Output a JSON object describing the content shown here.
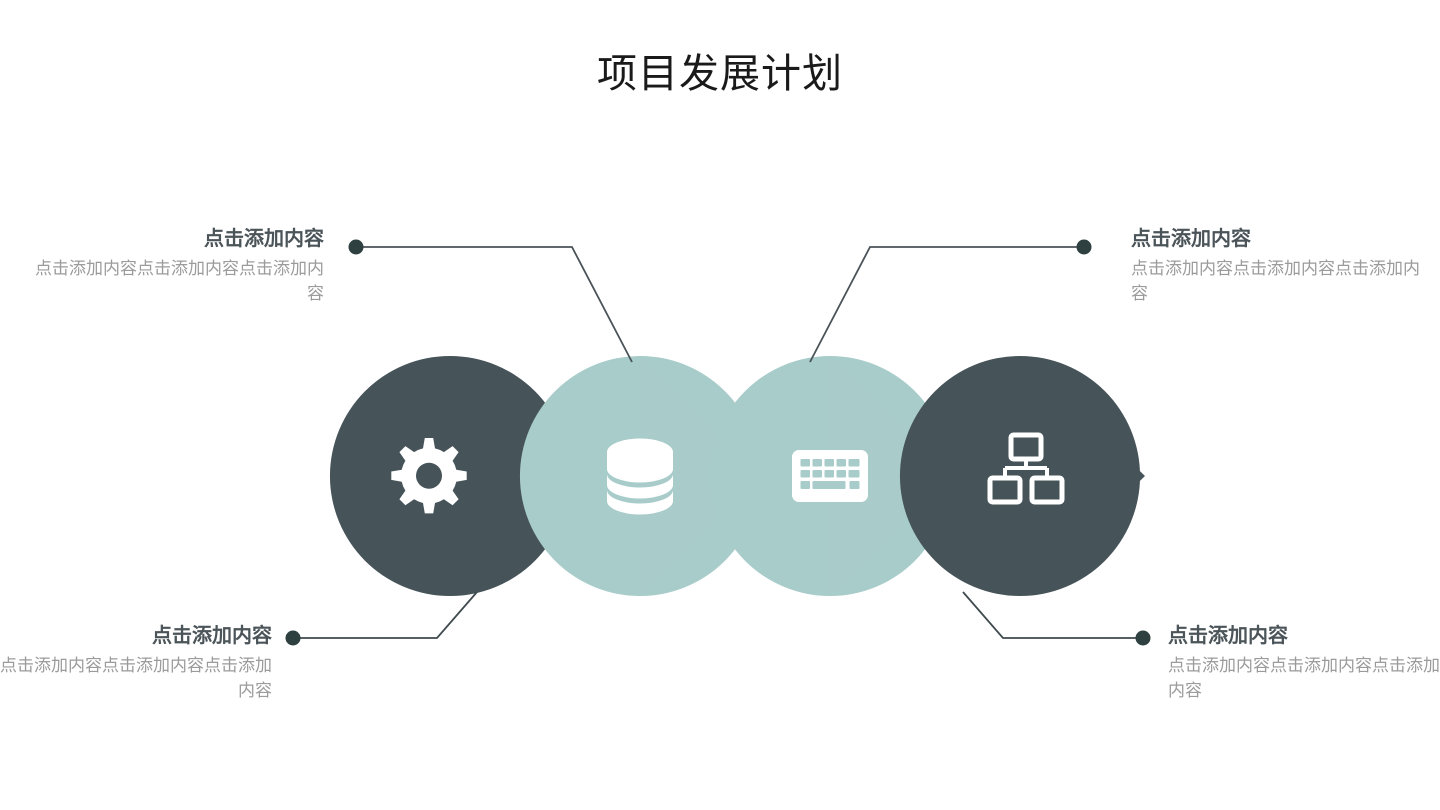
{
  "slide": {
    "title": "项目发展计划",
    "background_color": "#ffffff"
  },
  "theme": {
    "dark_shape_color": "#46545a",
    "light_shape_color": "#a8ccca",
    "connector_line_color": "#3f4a4e",
    "connector_dot_color": "#2f4040",
    "heading_text_color": "#4b5459",
    "body_text_color": "#9b9b9b",
    "title_text_color": "#1a1a1a",
    "icon_color": "#ffffff"
  },
  "steps": [
    {
      "index": 1,
      "icon": "gear-icon",
      "shape_color": "#46545a",
      "shape_style": "dark",
      "callout_position": "top-left"
    },
    {
      "index": 2,
      "icon": "database-icon",
      "shape_color": "#a8ccca",
      "shape_style": "light",
      "callout_position": "bottom-left"
    },
    {
      "index": 3,
      "icon": "keyboard-icon",
      "shape_color": "#a8ccca",
      "shape_style": "light",
      "callout_position": "top-right"
    },
    {
      "index": 4,
      "icon": "network-icon",
      "shape_color": "#46545a",
      "shape_style": "dark",
      "callout_position": "bottom-right"
    }
  ],
  "callouts": {
    "top_left": {
      "heading": "点击添加内容",
      "body": "点击添加内容点击添加内容点击添加内容",
      "align": "right"
    },
    "top_right": {
      "heading": "点击添加内容",
      "body": "点击添加内容点击添加内容点击添加内容",
      "align": "left"
    },
    "bottom_left": {
      "heading": "点击添加内容",
      "body": "点击添加内容点击添加内容点击添加内容",
      "align": "right"
    },
    "bottom_right": {
      "heading": "点击添加内容",
      "body": "点击添加内容点击添加内容点击添加内容",
      "align": "left"
    }
  }
}
